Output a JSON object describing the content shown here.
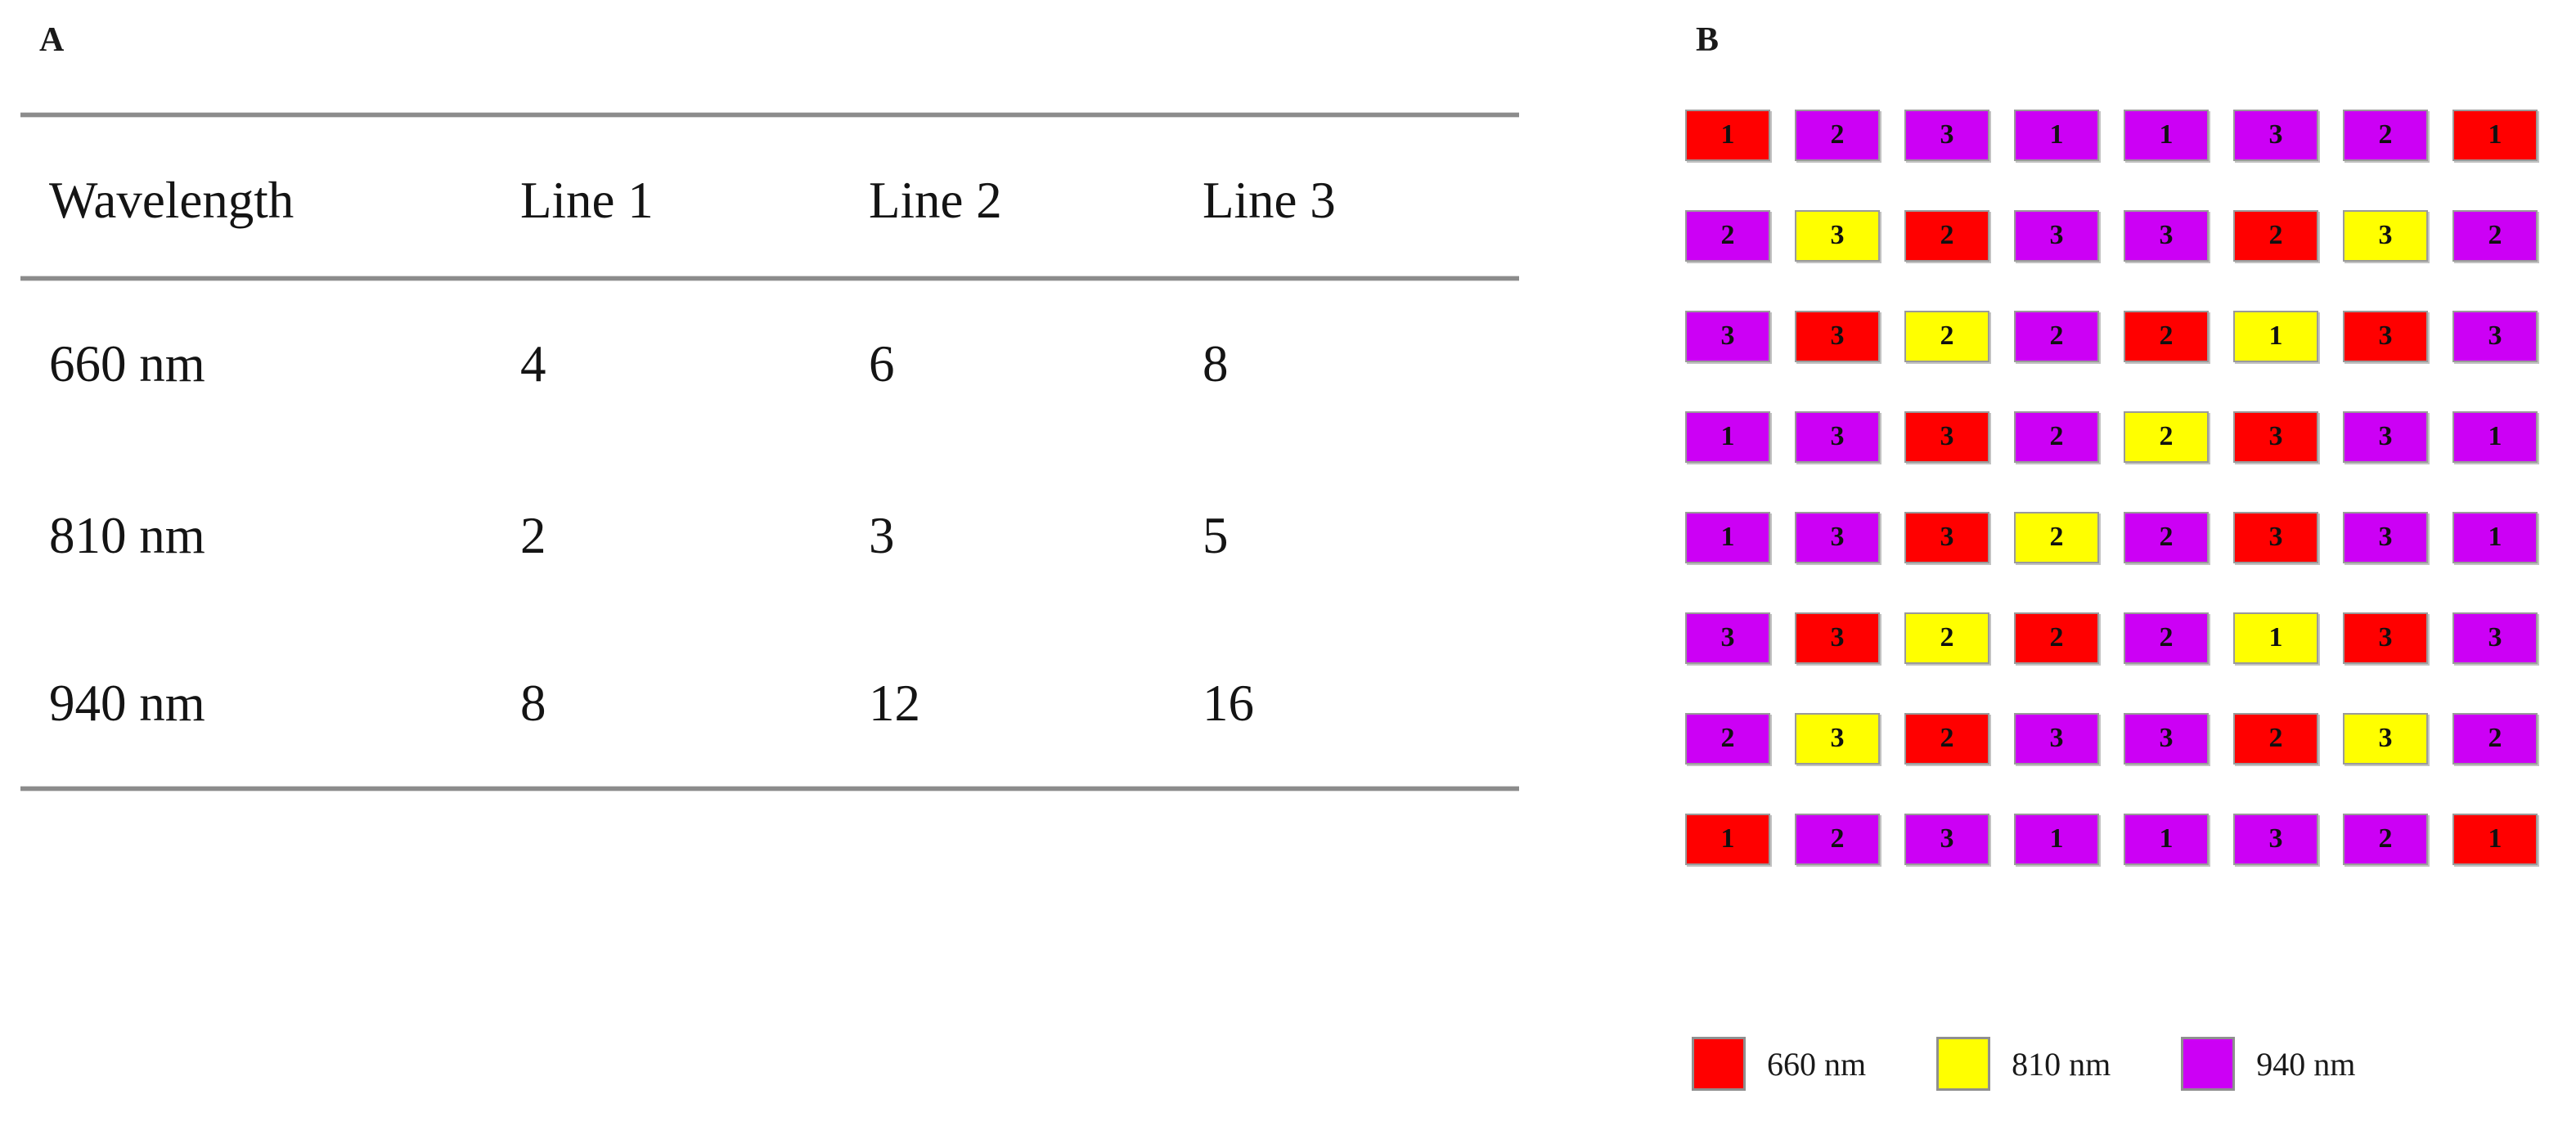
{
  "figure": {
    "panels": [
      {
        "letter": "A",
        "kind": "table"
      },
      {
        "letter": "B",
        "kind": "grid"
      }
    ]
  },
  "panel_a": {
    "letter": "A",
    "table": {
      "columns": [
        "Wavelength",
        "Line 1",
        "Line 2",
        "Line 3"
      ],
      "rows": [
        {
          "wavelength": "660 nm",
          "line1": "4",
          "line2": "6",
          "line3": "8"
        },
        {
          "wavelength": "810 nm",
          "line1": "2",
          "line2": "3",
          "line3": "5"
        },
        {
          "wavelength": "940 nm",
          "line1": "8",
          "line2": "12",
          "line3": "16"
        }
      ]
    }
  },
  "panel_b": {
    "letter": "B",
    "grid": {
      "rows": 8,
      "cols": 8,
      "cells": [
        [
          {
            "label": "1",
            "wavelength": "660 nm"
          },
          {
            "label": "2",
            "wavelength": "940 nm"
          },
          {
            "label": "3",
            "wavelength": "940 nm"
          },
          {
            "label": "1",
            "wavelength": "940 nm"
          },
          {
            "label": "1",
            "wavelength": "940 nm"
          },
          {
            "label": "3",
            "wavelength": "940 nm"
          },
          {
            "label": "2",
            "wavelength": "940 nm"
          },
          {
            "label": "1",
            "wavelength": "660 nm"
          }
        ],
        [
          {
            "label": "2",
            "wavelength": "940 nm"
          },
          {
            "label": "3",
            "wavelength": "810 nm"
          },
          {
            "label": "2",
            "wavelength": "660 nm"
          },
          {
            "label": "3",
            "wavelength": "940 nm"
          },
          {
            "label": "3",
            "wavelength": "940 nm"
          },
          {
            "label": "2",
            "wavelength": "660 nm"
          },
          {
            "label": "3",
            "wavelength": "810 nm"
          },
          {
            "label": "2",
            "wavelength": "940 nm"
          }
        ],
        [
          {
            "label": "3",
            "wavelength": "940 nm"
          },
          {
            "label": "3",
            "wavelength": "660 nm"
          },
          {
            "label": "2",
            "wavelength": "810 nm"
          },
          {
            "label": "2",
            "wavelength": "940 nm"
          },
          {
            "label": "2",
            "wavelength": "660 nm"
          },
          {
            "label": "1",
            "wavelength": "810 nm"
          },
          {
            "label": "3",
            "wavelength": "660 nm"
          },
          {
            "label": "3",
            "wavelength": "940 nm"
          }
        ],
        [
          {
            "label": "1",
            "wavelength": "940 nm"
          },
          {
            "label": "3",
            "wavelength": "940 nm"
          },
          {
            "label": "3",
            "wavelength": "660 nm"
          },
          {
            "label": "2",
            "wavelength": "940 nm"
          },
          {
            "label": "2",
            "wavelength": "810 nm"
          },
          {
            "label": "3",
            "wavelength": "660 nm"
          },
          {
            "label": "3",
            "wavelength": "940 nm"
          },
          {
            "label": "1",
            "wavelength": "940 nm"
          }
        ],
        [
          {
            "label": "1",
            "wavelength": "940 nm"
          },
          {
            "label": "3",
            "wavelength": "940 nm"
          },
          {
            "label": "3",
            "wavelength": "660 nm"
          },
          {
            "label": "2",
            "wavelength": "810 nm"
          },
          {
            "label": "2",
            "wavelength": "940 nm"
          },
          {
            "label": "3",
            "wavelength": "660 nm"
          },
          {
            "label": "3",
            "wavelength": "940 nm"
          },
          {
            "label": "1",
            "wavelength": "940 nm"
          }
        ],
        [
          {
            "label": "3",
            "wavelength": "940 nm"
          },
          {
            "label": "3",
            "wavelength": "660 nm"
          },
          {
            "label": "2",
            "wavelength": "810 nm"
          },
          {
            "label": "2",
            "wavelength": "660 nm"
          },
          {
            "label": "2",
            "wavelength": "940 nm"
          },
          {
            "label": "1",
            "wavelength": "810 nm"
          },
          {
            "label": "3",
            "wavelength": "660 nm"
          },
          {
            "label": "3",
            "wavelength": "940 nm"
          }
        ],
        [
          {
            "label": "2",
            "wavelength": "940 nm"
          },
          {
            "label": "3",
            "wavelength": "810 nm"
          },
          {
            "label": "2",
            "wavelength": "660 nm"
          },
          {
            "label": "3",
            "wavelength": "940 nm"
          },
          {
            "label": "3",
            "wavelength": "940 nm"
          },
          {
            "label": "2",
            "wavelength": "660 nm"
          },
          {
            "label": "3",
            "wavelength": "810 nm"
          },
          {
            "label": "2",
            "wavelength": "940 nm"
          }
        ],
        [
          {
            "label": "1",
            "wavelength": "660 nm"
          },
          {
            "label": "2",
            "wavelength": "940 nm"
          },
          {
            "label": "3",
            "wavelength": "940 nm"
          },
          {
            "label": "1",
            "wavelength": "940 nm"
          },
          {
            "label": "1",
            "wavelength": "940 nm"
          },
          {
            "label": "3",
            "wavelength": "940 nm"
          },
          {
            "label": "2",
            "wavelength": "940 nm"
          },
          {
            "label": "1",
            "wavelength": "660 nm"
          }
        ]
      ]
    },
    "legend": [
      {
        "label": "660 nm",
        "color": "#FF0000"
      },
      {
        "label": "810 nm",
        "color": "#FFFF00"
      },
      {
        "label": "940 nm",
        "color": "#CC00F5"
      }
    ]
  },
  "colors": {
    "660 nm": "#FF0000",
    "810 nm": "#FFFF00",
    "940 nm": "#CC00F5",
    "rule": "#8c8c8c",
    "text": "#141414",
    "background": "#FFFFFF",
    "cell_border": "#9a9a9a"
  },
  "chart_data": {
    "type": "table",
    "title": "",
    "columns": [
      "Wavelength",
      "Line 1",
      "Line 2",
      "Line 3"
    ],
    "categories": [
      "660 nm",
      "810 nm",
      "940 nm"
    ],
    "series": [
      {
        "name": "Line 1",
        "values": [
          4,
          2,
          8
        ]
      },
      {
        "name": "Line 2",
        "values": [
          6,
          3,
          12
        ]
      },
      {
        "name": "Line 3",
        "values": [
          8,
          5,
          16
        ]
      }
    ],
    "grid_legend": [
      {
        "label": "660 nm",
        "color": "#FF0000"
      },
      {
        "label": "810 nm",
        "color": "#FFFF00"
      },
      {
        "label": "940 nm",
        "color": "#CC00F5"
      }
    ]
  }
}
